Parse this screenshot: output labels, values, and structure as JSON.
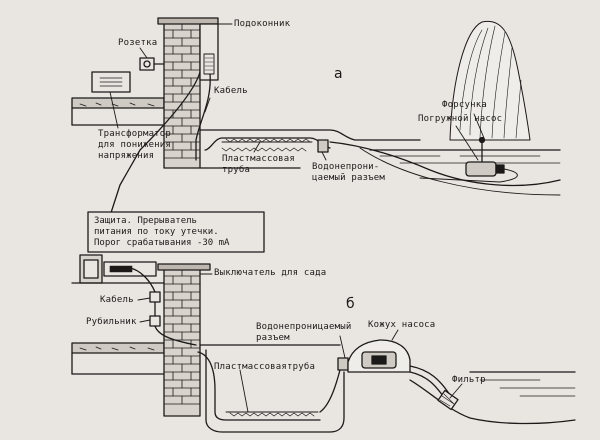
{
  "figure_a": {
    "letter": "а",
    "labels": {
      "windowsill": "Подоконник",
      "socket": "Розетка",
      "cable": "Кабель",
      "nozzle": "Форсунка",
      "pump": "Погружной насос",
      "transformer": [
        "Трансформатор",
        "для понижения",
        "напряжения"
      ],
      "pipe": [
        "Пластмассовая",
        "труба"
      ],
      "connector": [
        "Водонепрони-",
        "цаемый разъем"
      ]
    }
  },
  "protection_box": {
    "lines": [
      "Защита. Прерыватель",
      "питания по току утечки.",
      "Порог срабатывания -30 mA"
    ]
  },
  "figure_b": {
    "letter": "б",
    "labels": {
      "garden_switch": "Выключатель для сада",
      "cable": "Кабель",
      "knife_switch": "Рубильник",
      "connector": [
        "Водонепроницаемый",
        "разъем"
      ],
      "pump_housing": "Кожух насоса",
      "pipe": "Пластмассоваятруба",
      "filter": "Фильтр"
    }
  },
  "colors": {
    "ink": "#1c1a18",
    "paper": "#e9e6e2"
  }
}
